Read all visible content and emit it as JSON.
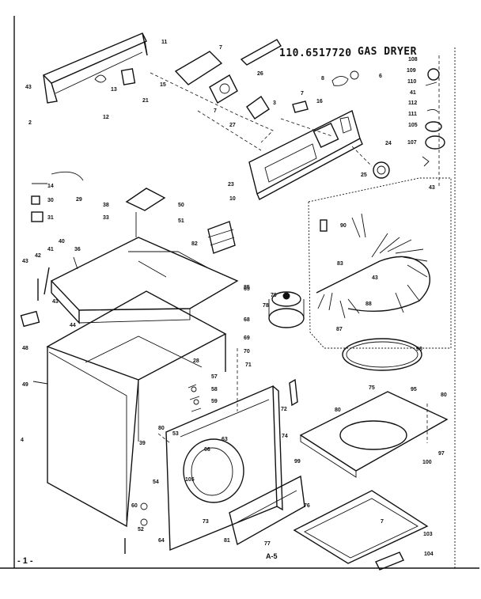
{
  "header": {
    "model_number": "110.6517720",
    "product": "GAS DRYER"
  },
  "footer": {
    "page_number": "- 1 -",
    "page_code": "A-5"
  },
  "callouts": [
    {
      "id": "c11",
      "text": "11"
    },
    {
      "id": "c43a",
      "text": "43"
    },
    {
      "id": "c2",
      "text": "2"
    },
    {
      "id": "c13",
      "text": "13"
    },
    {
      "id": "c15",
      "text": "15"
    },
    {
      "id": "c21",
      "text": "21"
    },
    {
      "id": "c12",
      "text": "12"
    },
    {
      "id": "c7a",
      "text": "7"
    },
    {
      "id": "c26",
      "text": "26"
    },
    {
      "id": "c7b",
      "text": "7"
    },
    {
      "id": "c27",
      "text": "27"
    },
    {
      "id": "c3",
      "text": "3"
    },
    {
      "id": "c7c",
      "text": "7"
    },
    {
      "id": "c16",
      "text": "16"
    },
    {
      "id": "c8",
      "text": "8"
    },
    {
      "id": "c6",
      "text": "6"
    },
    {
      "id": "c108",
      "text": "108"
    },
    {
      "id": "c109",
      "text": "109"
    },
    {
      "id": "c110",
      "text": "110"
    },
    {
      "id": "c41a",
      "text": "41"
    },
    {
      "id": "c112",
      "text": "112"
    },
    {
      "id": "c111",
      "text": "111"
    },
    {
      "id": "c105",
      "text": "105"
    },
    {
      "id": "c107",
      "text": "107"
    },
    {
      "id": "c43b",
      "text": "43"
    },
    {
      "id": "c24",
      "text": "24"
    },
    {
      "id": "c25",
      "text": "25"
    },
    {
      "id": "c23",
      "text": "23"
    },
    {
      "id": "c10",
      "text": "10"
    },
    {
      "id": "c14",
      "text": "14"
    },
    {
      "id": "c29",
      "text": "29"
    },
    {
      "id": "c30",
      "text": "30"
    },
    {
      "id": "c31",
      "text": "31"
    },
    {
      "id": "c38",
      "text": "38"
    },
    {
      "id": "c33",
      "text": "33"
    },
    {
      "id": "c50",
      "text": "50"
    },
    {
      "id": "c51",
      "text": "51"
    },
    {
      "id": "c85",
      "text": "85"
    },
    {
      "id": "c90",
      "text": "90"
    },
    {
      "id": "c82",
      "text": "82"
    },
    {
      "id": "c43c",
      "text": "43"
    },
    {
      "id": "c42",
      "text": "42"
    },
    {
      "id": "c41b",
      "text": "41"
    },
    {
      "id": "c40",
      "text": "40"
    },
    {
      "id": "c36",
      "text": "36"
    },
    {
      "id": "c43d",
      "text": "43"
    },
    {
      "id": "c83",
      "text": "83"
    },
    {
      "id": "c43e",
      "text": "43"
    },
    {
      "id": "c88",
      "text": "88"
    },
    {
      "id": "c87",
      "text": "87"
    },
    {
      "id": "c65",
      "text": "65"
    },
    {
      "id": "c78",
      "text": "78"
    },
    {
      "id": "c79",
      "text": "79"
    },
    {
      "id": "c93",
      "text": "93"
    },
    {
      "id": "c44",
      "text": "44"
    },
    {
      "id": "c48",
      "text": "48"
    },
    {
      "id": "c68",
      "text": "68"
    },
    {
      "id": "c69",
      "text": "69"
    },
    {
      "id": "c70",
      "text": "70"
    },
    {
      "id": "c28",
      "text": "28"
    },
    {
      "id": "c71",
      "text": "71"
    },
    {
      "id": "c49",
      "text": "49"
    },
    {
      "id": "c57",
      "text": "57"
    },
    {
      "id": "c58",
      "text": "58"
    },
    {
      "id": "c59",
      "text": "59"
    },
    {
      "id": "c72",
      "text": "72"
    },
    {
      "id": "c75",
      "text": "75"
    },
    {
      "id": "c95",
      "text": "95"
    },
    {
      "id": "c80a",
      "text": "80"
    },
    {
      "id": "c80b",
      "text": "80"
    },
    {
      "id": "c80c",
      "text": "80"
    },
    {
      "id": "c53",
      "text": "53"
    },
    {
      "id": "c63",
      "text": "63"
    },
    {
      "id": "c66",
      "text": "66"
    },
    {
      "id": "c74",
      "text": "74"
    },
    {
      "id": "c4",
      "text": "4"
    },
    {
      "id": "c39",
      "text": "39"
    },
    {
      "id": "c105b",
      "text": "105"
    },
    {
      "id": "c100",
      "text": "100"
    },
    {
      "id": "c97",
      "text": "97"
    },
    {
      "id": "c99",
      "text": "99"
    },
    {
      "id": "c54",
      "text": "54"
    },
    {
      "id": "c73",
      "text": "73"
    },
    {
      "id": "c76",
      "text": "76"
    },
    {
      "id": "c7d",
      "text": "7"
    },
    {
      "id": "c103",
      "text": "103"
    },
    {
      "id": "c60",
      "text": "60"
    },
    {
      "id": "c64",
      "text": "64"
    },
    {
      "id": "c52",
      "text": "52"
    },
    {
      "id": "c81",
      "text": "81"
    },
    {
      "id": "c77",
      "text": "77"
    },
    {
      "id": "c104",
      "text": "104"
    }
  ]
}
